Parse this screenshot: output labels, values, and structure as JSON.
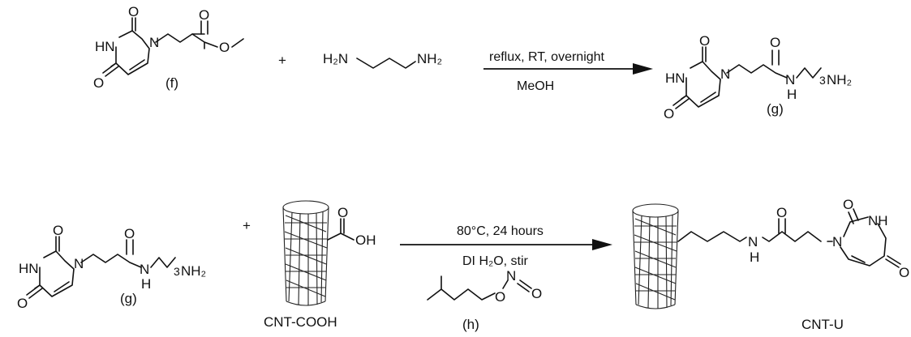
{
  "scheme": {
    "reaction1": {
      "reactant_f": {
        "label": "(f)",
        "atoms": {
          "o_top": "O",
          "hn": "HN",
          "n1": "N",
          "o_bottom": "O",
          "o_ester_carbonyl": "O",
          "o_ester": "O"
        }
      },
      "plus": "+",
      "diamine": {
        "left": "H₂N",
        "right": "NH₂"
      },
      "conditions_top": "reflux, RT, overnight",
      "conditions_bottom": "MeOH",
      "product_g": {
        "label": "(g)",
        "atoms": {
          "o_top": "O",
          "hn": "HN",
          "n1": "N",
          "o_bottom": "O",
          "o_amide": "O",
          "nh_n": "N",
          "nh_h": "H",
          "repeat": "3",
          "nh2": "NH₂"
        }
      }
    },
    "reaction2": {
      "reactant_g": {
        "label": "(g)",
        "atoms": {
          "o_top": "O",
          "hn": "HN",
          "n1": "N",
          "o_bottom": "O",
          "o_amide": "O",
          "nh_n": "N",
          "nh_h": "H",
          "repeat": "3",
          "nh2": "NH₂"
        }
      },
      "plus": "+",
      "cnt_cooh": {
        "label": "CNT-COOH",
        "o": "O",
        "oh": "OH"
      },
      "conditions_top": "80°C, 24 hours",
      "conditions_bottom": "DI H₂O, stir",
      "reagent_h": {
        "label": "(h)",
        "o": "O",
        "n": "N",
        "o2": "O"
      },
      "product": {
        "label": "CNT-U",
        "atoms": {
          "nh_n": "N",
          "nh_h": "H",
          "o_amide": "O",
          "n1": "N",
          "o_top": "O",
          "nh": "NH",
          "o_right": "O"
        }
      }
    }
  }
}
